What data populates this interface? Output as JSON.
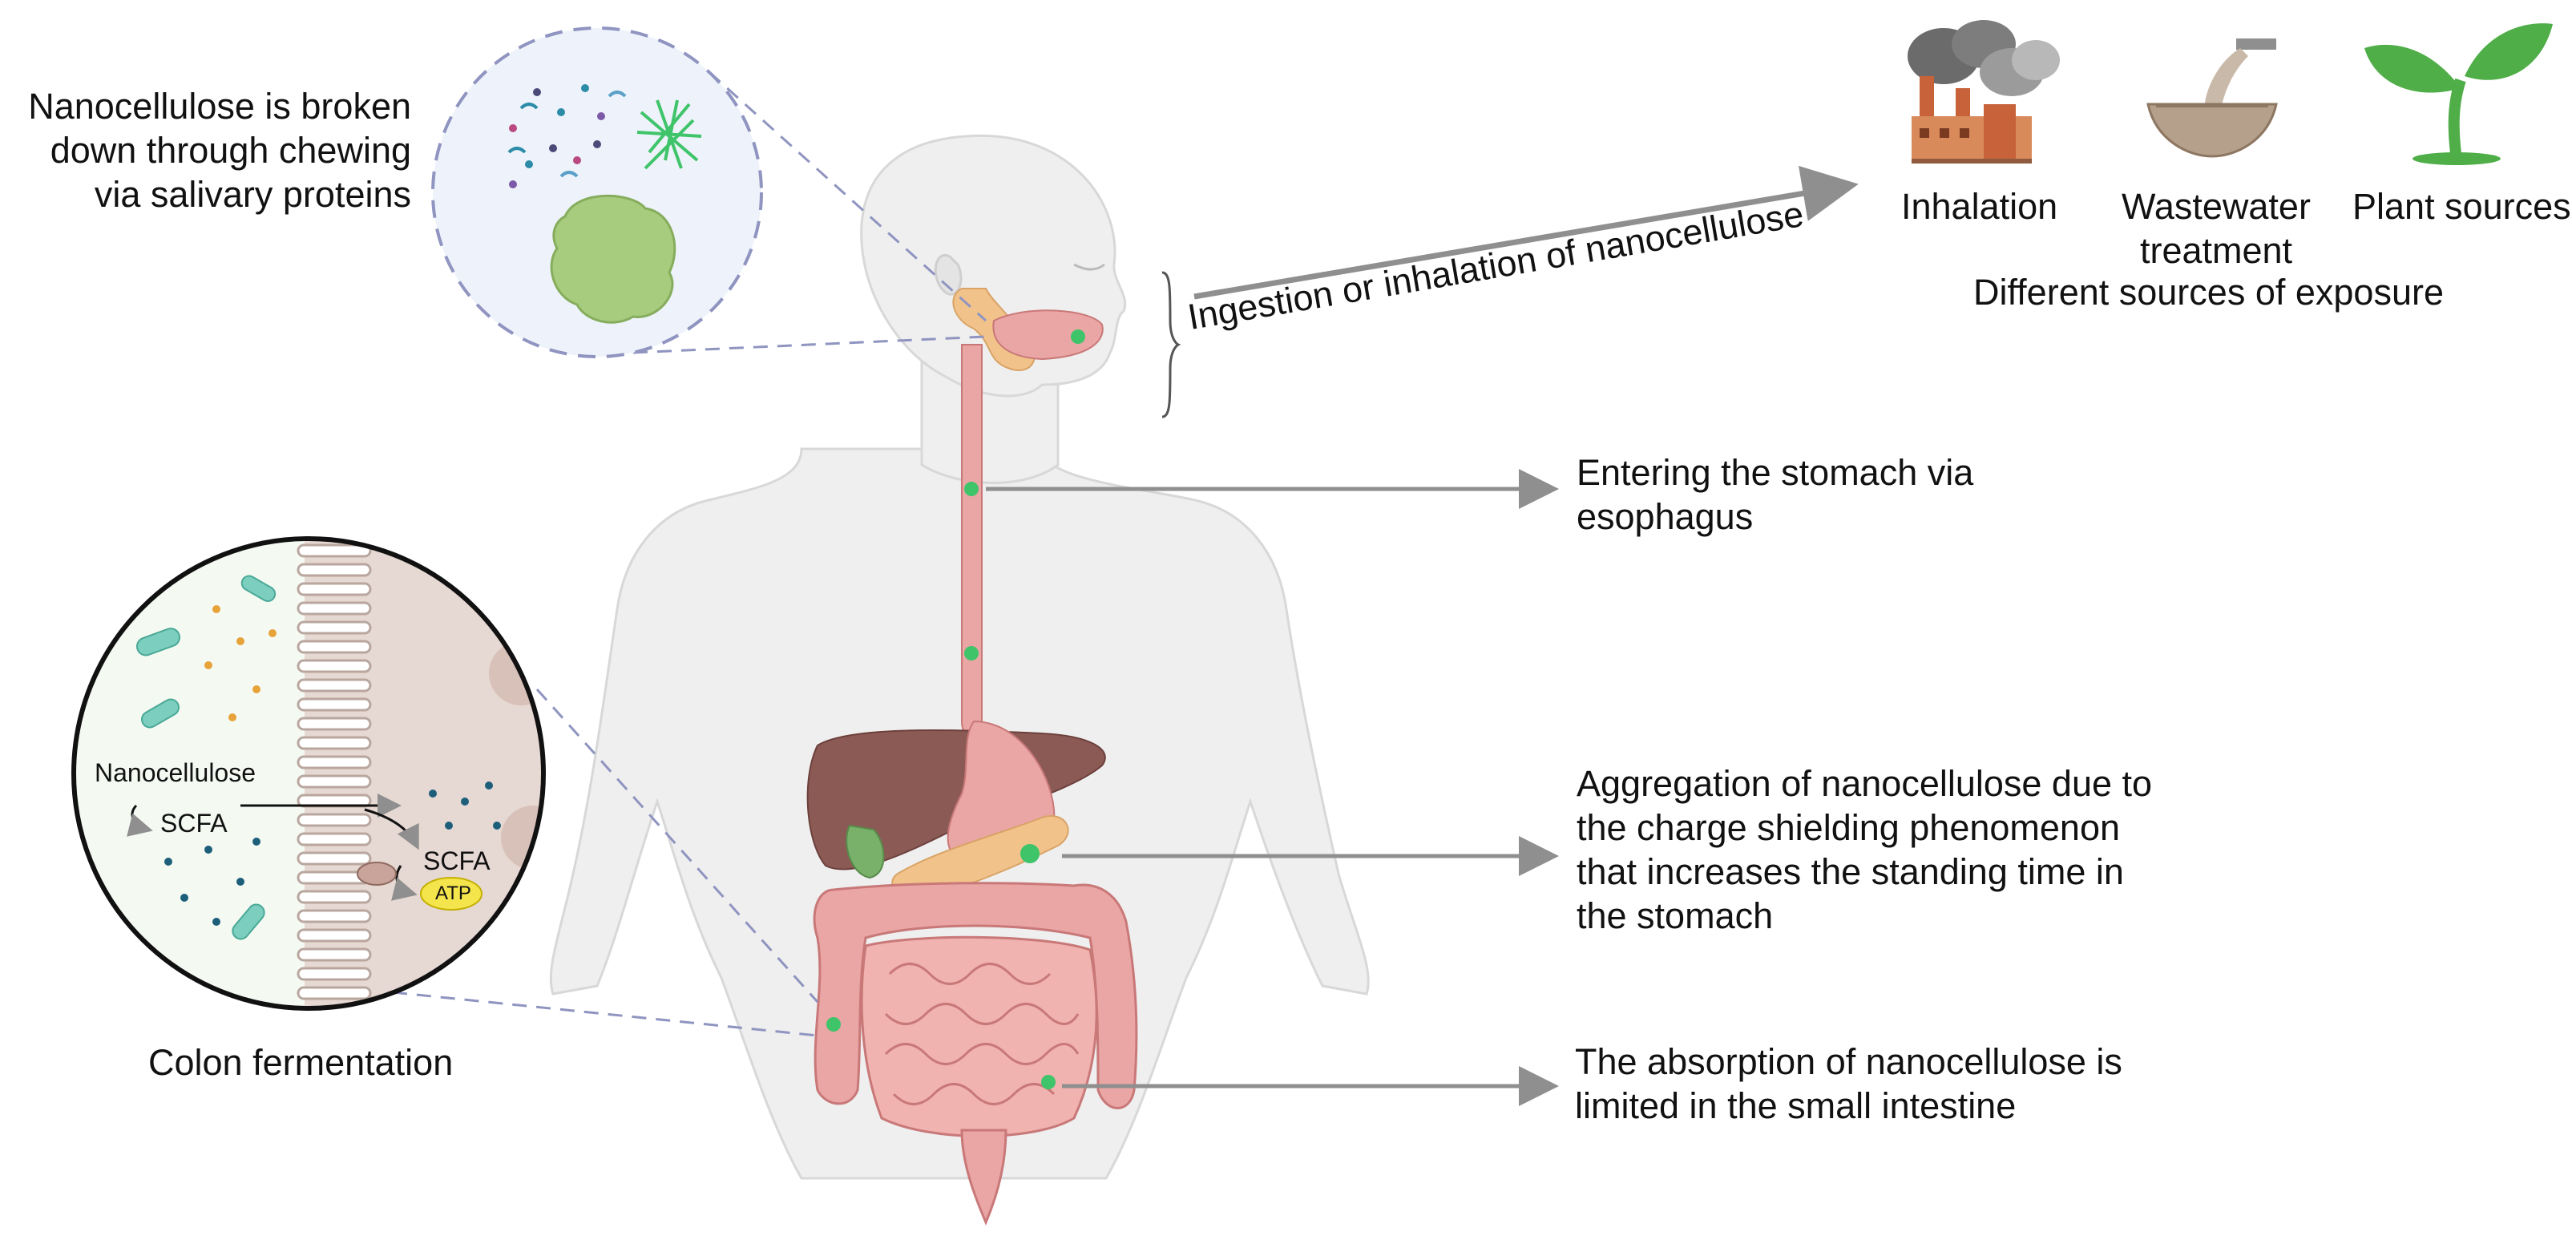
{
  "saliva": {
    "text": "Nanocellulose is broken\ndown through chewing\nvia salivary proteins"
  },
  "colon": {
    "title": "Colon fermentation",
    "nanocellulose": "Nanocellulose",
    "scfa_1": "SCFA",
    "scfa_2": "SCFA",
    "atp": "ATP"
  },
  "ingestion": {
    "text": "Ingestion or inhalation of nanocellulose"
  },
  "sources": {
    "title": "Different sources of exposure",
    "items": [
      {
        "label": "Inhalation",
        "icon": "factory-icon"
      },
      {
        "label": "Wastewater\ntreatment",
        "icon": "wastewater-bowl-icon"
      },
      {
        "label": "Plant sources",
        "icon": "sprout-icon"
      }
    ]
  },
  "steps": [
    {
      "text": "Entering the stomach via\nesophagus"
    },
    {
      "text": "Aggregation of nanocellulose due to\nthe charge shielding phenomenon\nthat increases the standing time in\nthe stomach"
    },
    {
      "text": "The absorption of nanocellulose is\nlimited in the small intestine"
    }
  ],
  "colors": {
    "arrow": "#8f8f8f",
    "dashed": "#8f94c0",
    "body": "#efefef",
    "gi_tract": "#eaa5a5",
    "liver": "#8b5a55",
    "plant": "#4fae48",
    "nanocellulose_marker": "#3fc46a"
  }
}
